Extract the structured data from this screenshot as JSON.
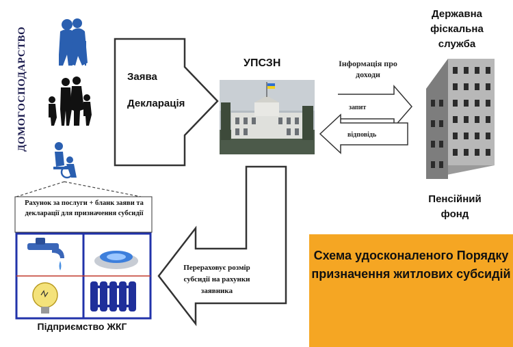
{
  "household": {
    "label": "ДОМОГОСПОДАРСТВО"
  },
  "application_arrow": {
    "line1": "Заява",
    "line2": "Декларація"
  },
  "upszn": {
    "title": "УПСЗН"
  },
  "income_info": {
    "title": "Інформація про доходи",
    "request_label": "запит",
    "response_label": "відповідь"
  },
  "dfs": {
    "label": "Державна фіскальна служба"
  },
  "pension_fund": {
    "label": "Пенсійний фонд"
  },
  "bill_note": {
    "text": "Рахунок за послуги + бланк заяви та декларації для призначення субсидії"
  },
  "recalc_arrow": {
    "text": "Перераховує розмір субсидії на рахунки заявника"
  },
  "utility_company": {
    "label": "Підприємство ЖКГ"
  },
  "scheme_box": {
    "text": "Схема удосконаленого Порядку призначення житлових субсидій",
    "color": "#f5a623"
  },
  "colors": {
    "icon_blue": "#2a5fb0",
    "arrow_outline": "#333333"
  }
}
